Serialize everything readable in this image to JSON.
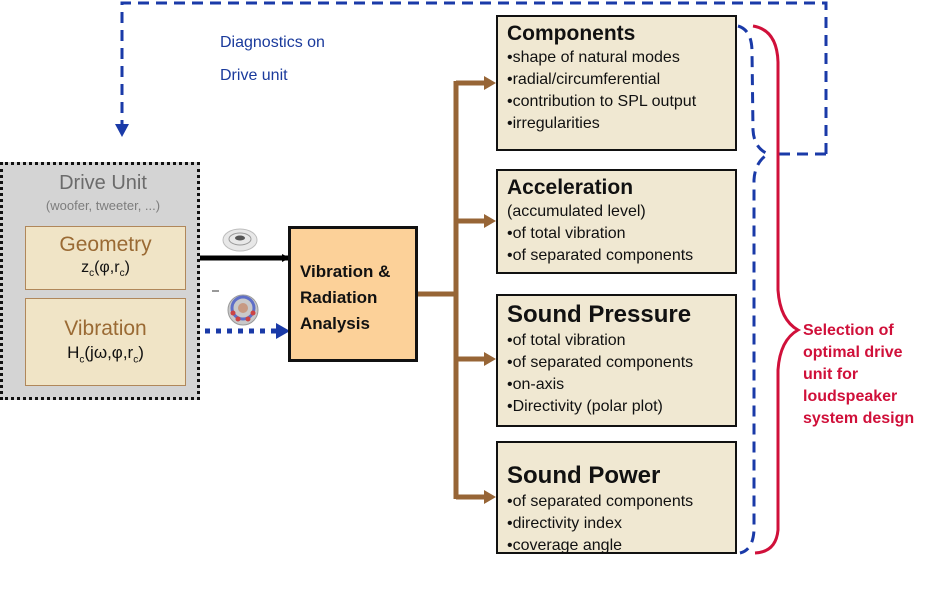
{
  "diagnostics": {
    "line1": "Diagnostics on",
    "line2": "Drive unit"
  },
  "drive_unit": {
    "title": "Drive Unit",
    "subtitle": "(woofer, tweeter, ...)",
    "geometry": {
      "title": "Geometry",
      "formula_main": "z",
      "formula_sub": "c",
      "formula_rest_a": "(φ,r",
      "formula_sub2": "c",
      "formula_rest_b": ")"
    },
    "vibration": {
      "title": "Vibration",
      "formula_main": "H",
      "formula_sub": "c",
      "formula_rest_a": "(jω,φ,r",
      "formula_sub2": "c",
      "formula_rest_b": ")"
    }
  },
  "analysis": {
    "lines": [
      "Vibration &",
      "Radiation",
      "Analysis"
    ]
  },
  "results": [
    {
      "title": "Components",
      "items": [
        "•shape of natural modes",
        "•radial/circumferential",
        "•contribution to SPL output",
        "•irregularities"
      ]
    },
    {
      "title": "Acceleration",
      "items": [
        "(accumulated level)",
        "•of total vibration",
        "•of separated components"
      ]
    },
    {
      "title": "Sound Pressure",
      "items": [
        "•of total vibration",
        "•of separated components",
        "•on-axis",
        "•Directivity (polar plot)"
      ]
    },
    {
      "title": "Sound Power",
      "items": [
        "•of separated components",
        "•directivity index",
        "•coverage angle"
      ]
    }
  ],
  "selection": {
    "lines": [
      "Selection of",
      "optimal drive",
      "unit for",
      "loudspeaker",
      "system design"
    ]
  },
  "colors": {
    "feedback_blue": "#1a3aa8",
    "flow_brown": "#976536",
    "selection_red": "#d0103a",
    "analysis_fill": "#fcd199",
    "result_fill": "#f0e8d2"
  }
}
